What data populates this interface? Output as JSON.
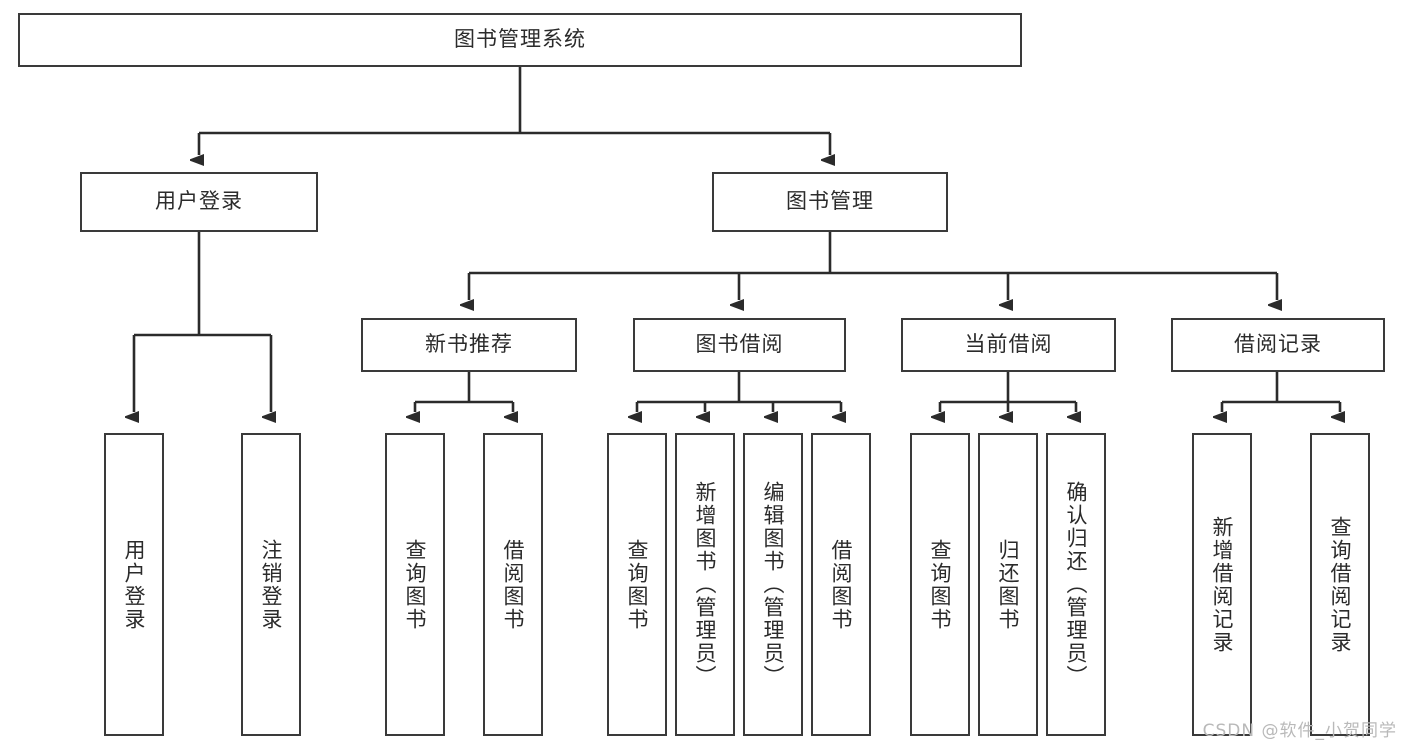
{
  "diagram": {
    "title": "图书管理系统",
    "type": "tree",
    "watermark": "CSDN @软件_小贺同学",
    "colors": {
      "box_stroke": "#3a3a3a",
      "box_fill": "#ffffff",
      "edge": "#2b2b2b",
      "text": "#2b2b2b",
      "watermark": "#b9b9b9",
      "background": "#ffffff"
    },
    "levels": {
      "root": {
        "label": "图书管理系统"
      },
      "level2": [
        {
          "label": "用户登录"
        },
        {
          "label": "图书管理"
        }
      ],
      "level3": [
        {
          "label": "新书推荐"
        },
        {
          "label": "图书借阅"
        },
        {
          "label": "当前借阅"
        },
        {
          "label": "借阅记录"
        }
      ]
    },
    "groups": [
      {
        "parent": "用户登录",
        "leaves": [
          {
            "label": "用户登录"
          },
          {
            "label": "注销登录"
          }
        ]
      },
      {
        "parent": "新书推荐",
        "leaves": [
          {
            "label": "查询图书"
          },
          {
            "label": "借阅图书"
          }
        ]
      },
      {
        "parent": "图书借阅",
        "leaves": [
          {
            "label": "查询图书"
          },
          {
            "label": "新增图书（管理员）"
          },
          {
            "label": "编辑图书（管理员）"
          },
          {
            "label": "借阅图书"
          }
        ]
      },
      {
        "parent": "当前借阅",
        "leaves": [
          {
            "label": "查询图书"
          },
          {
            "label": "归还图书"
          },
          {
            "label": "确认归还（管理员）"
          }
        ]
      },
      {
        "parent": "借阅记录",
        "leaves": [
          {
            "label": "新增借阅记录"
          },
          {
            "label": "查询借阅记录"
          }
        ]
      }
    ],
    "nodes": {
      "root": "图书管理系统",
      "user_login": "用户登录",
      "book_manage": "图书管理",
      "new_book_rec": "新书推荐",
      "book_borrow": "图书借阅",
      "current_borrow": "当前借阅",
      "borrow_record": "借阅记录",
      "leaf_user_login": "用户登录",
      "leaf_logout": "注销登录",
      "leaf_query_book_a": "查询图书",
      "leaf_borrow_book_a": "借阅图书",
      "leaf_query_book_b": "查询图书",
      "leaf_add_book_admin": "新增图书（管理员）",
      "leaf_edit_book_admin": "编辑图书（管理员）",
      "leaf_borrow_book_b": "借阅图书",
      "leaf_query_book_c": "查询图书",
      "leaf_return_book": "归还图书",
      "leaf_confirm_return_admin": "确认归还（管理员）",
      "leaf_add_record": "新增借阅记录",
      "leaf_query_record": "查询借阅记录"
    }
  }
}
